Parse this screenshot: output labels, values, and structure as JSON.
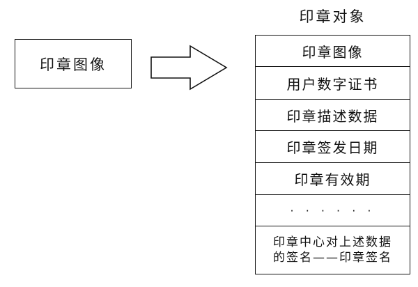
{
  "source": {
    "label": "印章图像"
  },
  "target": {
    "title": "印章对象",
    "rows": [
      "印章图像",
      "用户数字证书",
      "印章描述数据",
      "印章签发日期",
      "印章有效期",
      "· · · · · ·"
    ],
    "last_row": {
      "line1": "印章中心对上述数据",
      "line2": "的签名——印章签名"
    }
  }
}
